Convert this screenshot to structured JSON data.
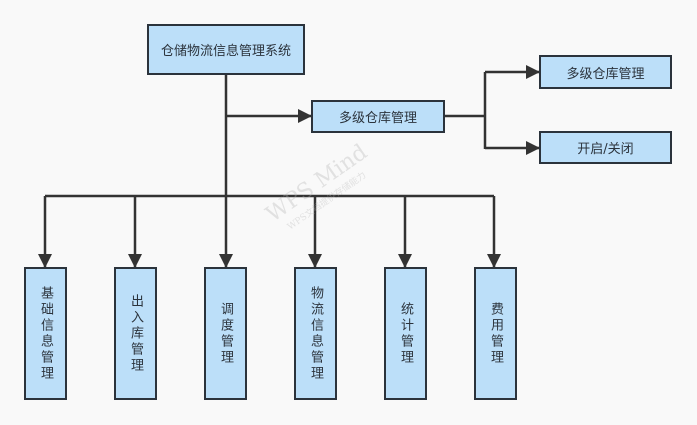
{
  "diagram": {
    "root": {
      "label": "仓储物流信息管理系统"
    },
    "branch": {
      "label": "多级仓库管理",
      "children": [
        {
          "label": "多级仓库管理"
        },
        {
          "label": "开启/关闭"
        }
      ]
    },
    "modules": [
      {
        "label": "基础信息管理"
      },
      {
        "label": "出入库管理"
      },
      {
        "label": "调度管理"
      },
      {
        "label": "物流信息管理"
      },
      {
        "label": "统计管理"
      },
      {
        "label": "费用管理"
      }
    ],
    "colors": {
      "node_fill": "#bcdff9",
      "node_border": "#2b333c",
      "connector": "#333333",
      "background": "#f9f9f9"
    }
  },
  "watermark": {
    "main": "WPS Mind",
    "sub": "WPS文档提供存储能力"
  }
}
